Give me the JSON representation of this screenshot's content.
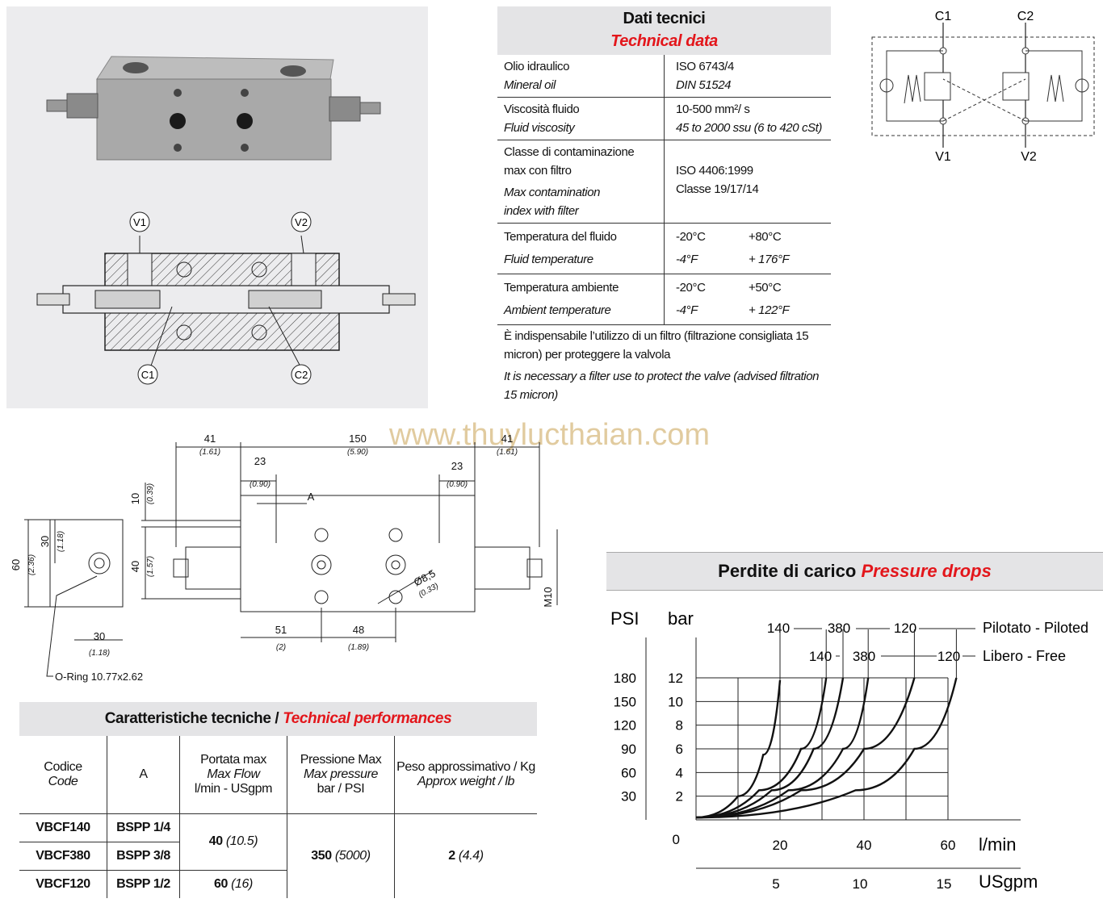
{
  "tech": {
    "title_it": "Dati tecnici",
    "title_en": "Technical data",
    "rows": [
      {
        "l1": "Olio idraulico",
        "l2": "Mineral oil",
        "r1": "ISO  6743/4",
        "r2": "DIN 51524"
      },
      {
        "l1": "Viscosità fluido",
        "l2": "Fluid viscosity",
        "r1": "10-500 mm²/ s",
        "r2": "45 to 2000 ssu (6 to 420 cSt)"
      },
      {
        "l1": "Classe di contaminazione",
        "l1b": "max con filtro",
        "l2": "Max contamination",
        "l2b": "index with filter",
        "r1": "ISO 4406:1999",
        "r2": "Classe 19/17/14"
      },
      {
        "l1": "Temperatura del fluido",
        "l2": "Fluid temperature",
        "r1a": "-20°C",
        "r1b": "+80°C",
        "r2a": "-4°F",
        "r2b": "+ 176°F"
      },
      {
        "l1": "Temperatura ambiente",
        "l2": "Ambient temperature",
        "r1a": "-20°C",
        "r1b": "+50°C",
        "r2a": "-4°F",
        "r2b": "+ 122°F"
      }
    ],
    "note_it": "È indispensabile l’utilizzo di un filtro (filtrazione consigliata 15 micron) per proteggere la valvola",
    "note_en": "It is necessary a filter use to protect the valve (advised filtration 15 micron)"
  },
  "schematic": {
    "c1": "C1",
    "c2": "C2",
    "v1": "V1",
    "v2": "V2"
  },
  "section": {
    "v1": "V1",
    "v2": "V2",
    "c1": "C1",
    "c2": "C2"
  },
  "watermark": "www.thuylucthaian.com",
  "dims": {
    "d41a": "41",
    "d41a_in": "(1.61)",
    "d150": "150",
    "d150_in": "(5.90)",
    "d41b": "41",
    "d41b_in": "(1.61)",
    "d23a": "23",
    "d23a_in": "(0.90)",
    "d23b": "23",
    "d23b_in": "(0.90)",
    "dA": "A",
    "d10": "10",
    "d10_in": "(0.39)",
    "d40": "40",
    "d40_in": "(1.57)",
    "d60": "60",
    "d60_in": "(2.36)",
    "d30v": "30",
    "d30v_in": "(1.18)",
    "d30h": "30",
    "d30h_in": "(1.18)",
    "d51": "51",
    "d51_in": "(2)",
    "d48": "48",
    "d48_in": "(1.89)",
    "d85": "Ø8,5",
    "d85_in": "(0.33)",
    "m10": "M10",
    "oring": "O-Ring 10.77x2.62"
  },
  "perf": {
    "title_it": "Caratteristiche tecniche / ",
    "title_en": "Technical performances",
    "headers": {
      "code_it": "Codice",
      "code_en": "Code",
      "a": "A",
      "flow_it": "Portata max",
      "flow_en": "Max Flow",
      "flow_u": "l/min - USgpm",
      "press_it": "Pressione Max",
      "press_en": "Max pressure",
      "press_u": "bar / PSI",
      "weight_it": "Peso approssimativo / Kg",
      "weight_en": "Approx weight / lb"
    },
    "rows": [
      {
        "code": "VBCF140",
        "a": "BSPP 1/4"
      },
      {
        "code": "VBCF380",
        "a": "BSPP 3/8"
      },
      {
        "code": "VBCF120",
        "a": "BSPP 1/2"
      }
    ],
    "flow1": "40",
    "flow1_us": "(10.5)",
    "flow2": "60",
    "flow2_us": "(16)",
    "press": "350",
    "press_psi": "(5000)",
    "weight": "2",
    "weight_lb": "(4.4)"
  },
  "chart_data": {
    "type": "line",
    "title": "Perdite di carico  Pressure drops",
    "xlabel": "l/min",
    "x2label": "USgpm",
    "ylabel_left": "PSI",
    "ylabel_right": "bar",
    "x_ticks": [
      20,
      40,
      60
    ],
    "x2_ticks": [
      5,
      10,
      15
    ],
    "y_bar_ticks": [
      2,
      4,
      6,
      8,
      10,
      12
    ],
    "y_psi_ticks": [
      30,
      60,
      90,
      120,
      150,
      180
    ],
    "xlim": [
      0,
      60
    ],
    "ylim": [
      0,
      12
    ],
    "legend": [
      "Pilotato - Piloted",
      "Libero - Free"
    ],
    "series": [
      {
        "name": "140",
        "legend": "Pilotato - Piloted",
        "x": [
          0,
          10,
          16,
          20
        ],
        "y": [
          0.2,
          2,
          5.5,
          11.8
        ]
      },
      {
        "name": "380",
        "legend": "Pilotato - Piloted",
        "x": [
          0,
          15,
          25,
          31
        ],
        "y": [
          0.2,
          2.5,
          6,
          12
        ]
      },
      {
        "name": "120",
        "legend": "Pilotato - Piloted",
        "x": [
          0,
          25,
          40,
          52
        ],
        "y": [
          0.2,
          2.5,
          6,
          12
        ]
      },
      {
        "name": "140",
        "legend": "Libero - Free",
        "x": [
          0,
          18,
          28,
          35
        ],
        "y": [
          0.2,
          2.5,
          6,
          12
        ]
      },
      {
        "name": "380",
        "legend": "Libero - Free",
        "x": [
          0,
          22,
          35,
          41
        ],
        "y": [
          0.2,
          2.5,
          6,
          12
        ]
      },
      {
        "name": "120",
        "legend": "Libero - Free",
        "x": [
          0,
          38,
          52,
          62
        ],
        "y": [
          0.2,
          2.5,
          6,
          12
        ]
      }
    ],
    "labels_piloted": [
      "140",
      "380",
      "120"
    ],
    "labels_free": [
      "140",
      "380",
      "120"
    ],
    "zero": "0"
  }
}
